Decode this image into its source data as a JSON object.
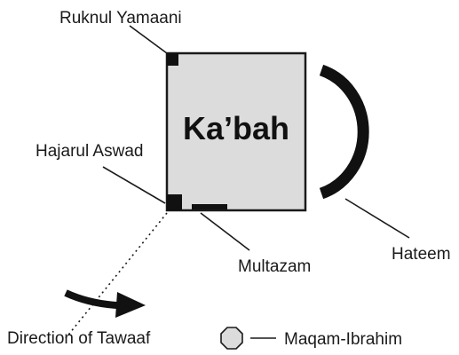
{
  "diagram": {
    "center_label": "Ka’bah",
    "labels": {
      "ruknul_yamaani": "Ruknul Yamaani",
      "hajarul_aswad": "Hajarul Aswad",
      "multazam": "Multazam",
      "hateem": "Hateem",
      "direction": "Direction of Tawaaf",
      "maqam": "Maqam-Ibrahim"
    },
    "colors": {
      "kabah_fill": "#dcdcdc",
      "outline": "#1a1a1a",
      "marker": "#111111",
      "background": "#ffffff"
    }
  }
}
